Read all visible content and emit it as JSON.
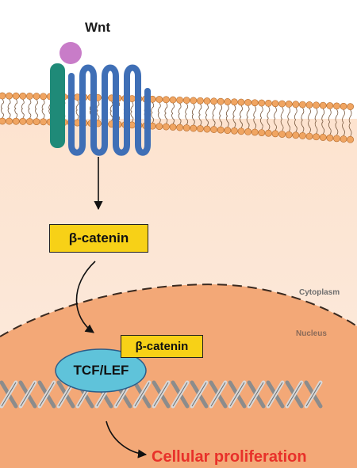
{
  "ligand": {
    "label": "Wnt",
    "color": "#c87cc8"
  },
  "receptor": {
    "color": "#3f6fb6",
    "coreceptor_color": "#1f8a78"
  },
  "compartments": {
    "cytoplasm": "Cytoplasm",
    "nucleus": "Nucleus"
  },
  "proteins": {
    "beta_catenin_cytoplasm": "β-catenin",
    "beta_catenin_nucleus": "β-catenin",
    "transcription_factor": "TCF/LEF"
  },
  "outcome": {
    "label": "Cellular proliferation",
    "color": "#e8312a"
  },
  "colors": {
    "membrane_head": "#f0a562",
    "cytoplasm_fill": "#fbe8da",
    "nucleus_fill": "#f3a877",
    "box_fill": "#f7d117",
    "tcf_fill": "#5fc3da"
  }
}
